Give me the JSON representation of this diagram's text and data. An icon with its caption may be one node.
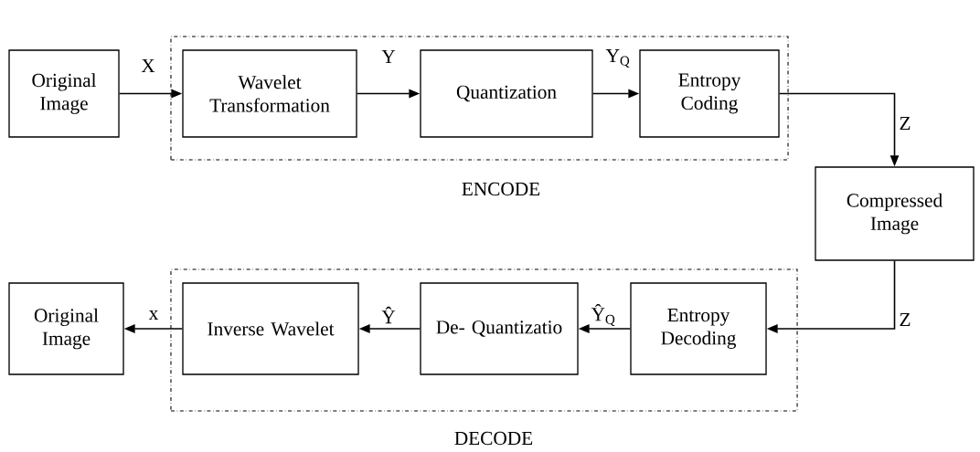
{
  "diagram": {
    "nodes": [
      {
        "text": [
          "ENCODE"
        ]
      },
      {
        "text": [
          "Original Image"
        ]
      },
      {
        "text": [
          "Wavelet Transformation"
        ],
        "in": 0
      },
      {
        "text": [
          "Quantization"
        ],
        "in": 0
      },
      {
        "text": [
          "Entropy Coding"
        ],
        "in": 0
      },
      {
        "text": [
          "Compressed Image"
        ]
      },
      {
        "text": [
          "DECODE"
        ]
      },
      {
        "text": [
          "Entropy Decoding"
        ],
        "in": 6
      },
      {
        "text": [
          "De- Quantizatio"
        ],
        "in": 6
      },
      {
        "text": [
          "Inverse Wavelet"
        ],
        "in": 6
      },
      {
        "text": [
          "Original Image"
        ]
      }
    ],
    "edges": [
      {
        "from": 1,
        "to": 2,
        "arrow": "to",
        "label": "X"
      },
      {
        "from": 2,
        "to": 3,
        "arrow": "to",
        "label": "Y"
      },
      {
        "from": 3,
        "to": 4,
        "arrow": "to",
        "label": "Y$_{Q}$"
      },
      {
        "from": 4,
        "to": 5,
        "arrow": "to",
        "label": "Z"
      },
      {
        "from": 5,
        "to": 7,
        "arrow": "to",
        "label": "Z"
      },
      {
        "from": 7,
        "to": 8,
        "arrow": "to",
        "label": "Ŷ$_{Q}$"
      },
      {
        "from": 8,
        "to": 9,
        "arrow": "to",
        "label": "Ŷ"
      },
      {
        "from": 9,
        "to": 10,
        "arrow": "to",
        "label": "x"
      }
    ]
  }
}
